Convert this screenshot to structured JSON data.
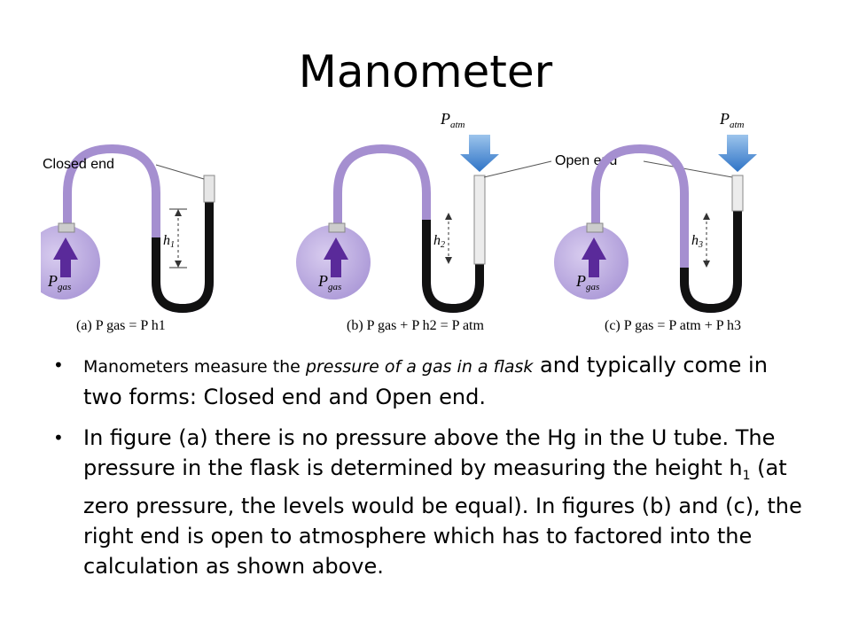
{
  "slide": {
    "title": "Manometer"
  },
  "figure": {
    "closed_end_label": "Closed end",
    "open_end_label": "Open end",
    "patm_main": "P",
    "patm_sub": "atm",
    "pgas_main": "P",
    "pgas_sub": "gas",
    "h1": "h",
    "h1_sub": "1",
    "h2": "h",
    "h2_sub": "2",
    "h3": "h",
    "h3_sub": "3",
    "caption_a": "(a) P gas = P h1",
    "caption_b": "(b) P gas + P h2 = P atm",
    "caption_c": "(c) P gas = P atm + P h3",
    "colors": {
      "flask": "#b9a8de",
      "tube": "#a58fd0",
      "mercury": "#111111",
      "arrow_blue": "#4a8ad0",
      "arrow_purple": "#5a2a9a"
    }
  },
  "bullets": {
    "b1_part1": "Manometers measure the ",
    "b1_italic": "pressure of a gas in a flask",
    "b1_part2": " and typically come in two forms:  Closed end and Open end.",
    "b2_part1": " In figure (a) there is no pressure above the Hg in the U tube.  The pressure in the flask is determined by measuring the height h",
    "b2_sub": "1",
    "b2_part2": "  (at zero pressure, the levels would be equal).  In figures (b) and (c), the right end is open to atmosphere which has to factored into the calculation as shown above."
  }
}
